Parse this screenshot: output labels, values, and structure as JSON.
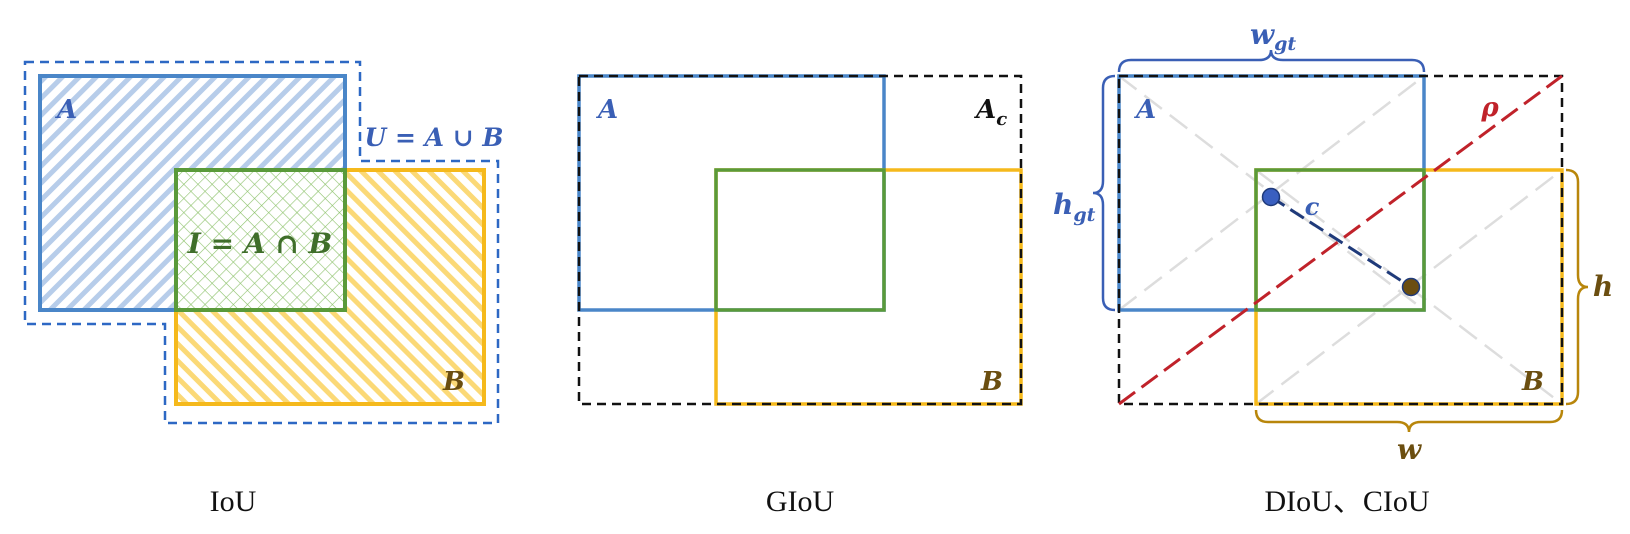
{
  "panels": [
    {
      "caption": "IoU",
      "box_a_label": "A",
      "box_b_label": "B",
      "intersection_label": "I = A ∩ B",
      "union_label": "U = A ∪ B"
    },
    {
      "caption": "GIoU",
      "box_a_label": "A",
      "box_b_label": "B",
      "enclosing_label": "A",
      "enclosing_subscript": "c"
    },
    {
      "caption": "DIoU、CIoU",
      "box_a_label": "A",
      "box_b_label": "B",
      "w_gt_label": "w",
      "w_gt_subscript": "gt",
      "h_gt_label": "h",
      "h_gt_subscript": "gt",
      "w_label": "w",
      "h_label": "h",
      "rho_label": "ρ",
      "c_label": "c"
    }
  ],
  "colors": {
    "box_a": "#4a86c8",
    "box_a_text": "#3a5fb5",
    "box_b": "#f5b91c",
    "box_b_text": "#6b4e10",
    "intersection": "#5a9a3a",
    "intersection_text": "#3f6e2a",
    "union_dashed": "#2d68c4",
    "enclosing_dashed": "#111111",
    "rho_line": "#c0222a",
    "center_a": "#3a5fc0",
    "center_b": "#6b4e10",
    "brace_b": "#b8860b"
  }
}
